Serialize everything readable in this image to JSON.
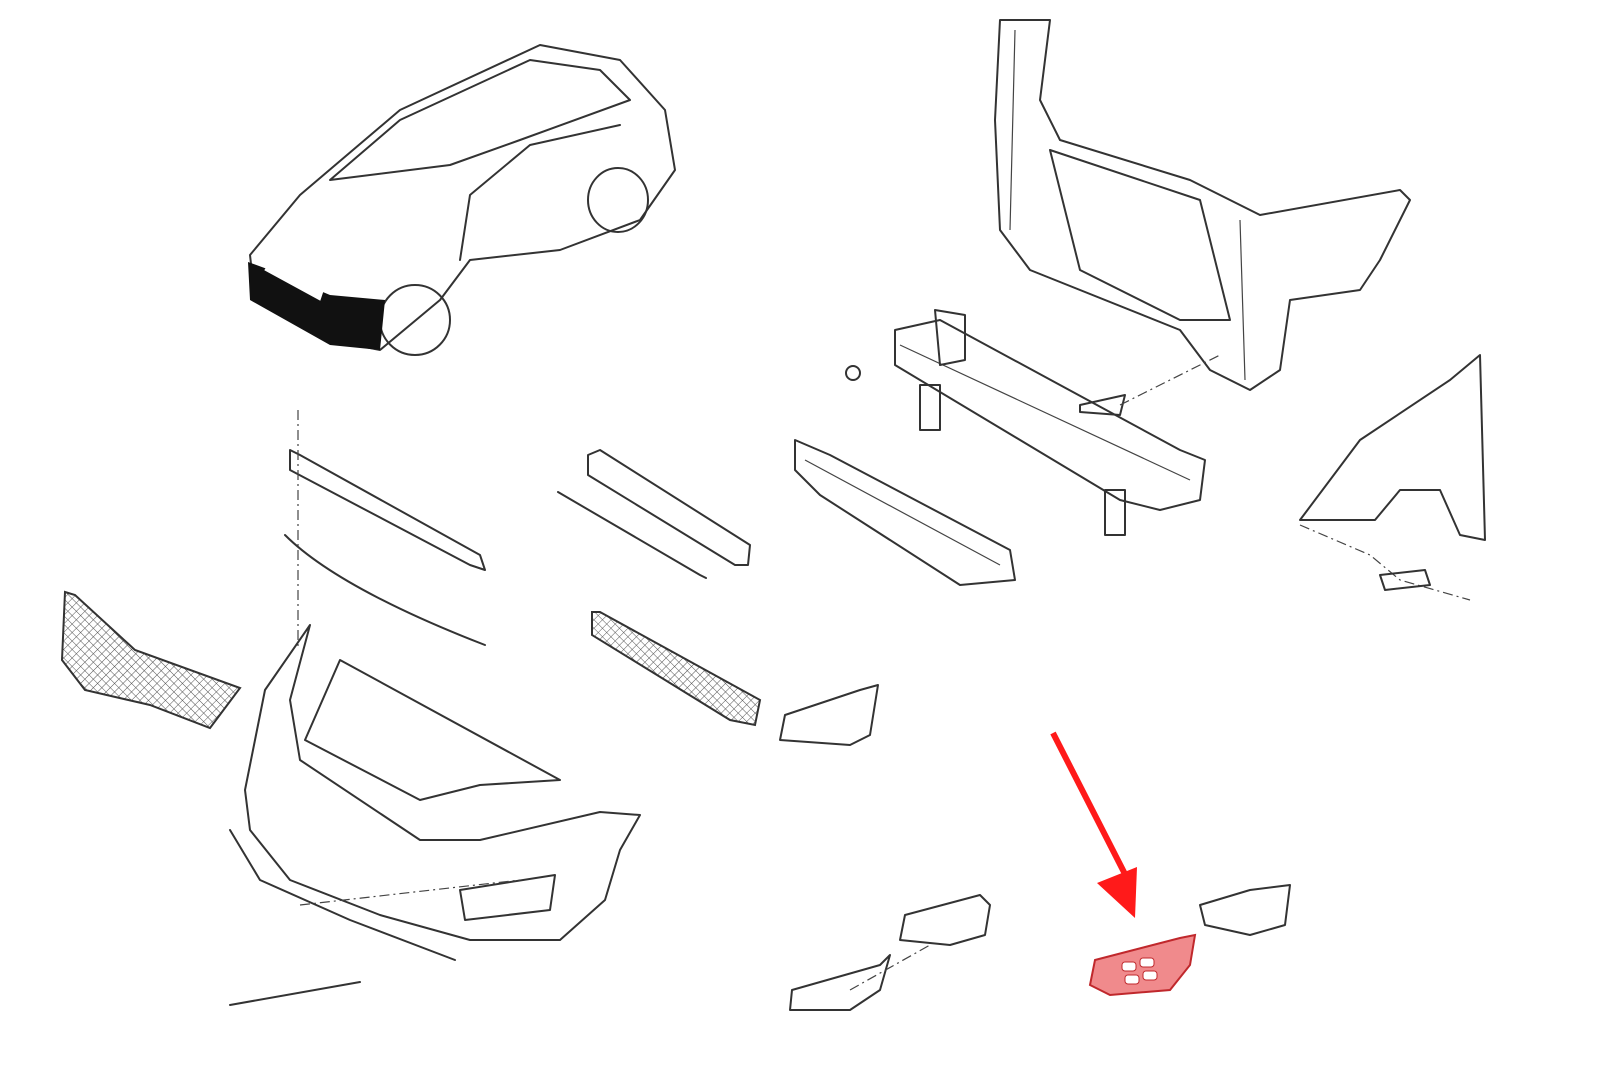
{
  "diagram": {
    "colors": {
      "line": "#333333",
      "highlight": "#e8474b",
      "highlight_fill": "#f08a8c",
      "arrow": "#ff1a1a",
      "background": "#ffffff"
    },
    "parts": [
      "car-overview",
      "radiator-support",
      "bumper-beam",
      "fender",
      "energy-absorber",
      "upper-grille-trim",
      "lower-grille",
      "radiator-grille",
      "front-bumper-cover",
      "fog-lamp-bezel-left",
      "fog-lamp-bezel-right",
      "fog-lamp-bracket",
      "highlighted-fog-lamp-cover"
    ],
    "highlighted_part": "highlighted-fog-lamp-cover"
  }
}
